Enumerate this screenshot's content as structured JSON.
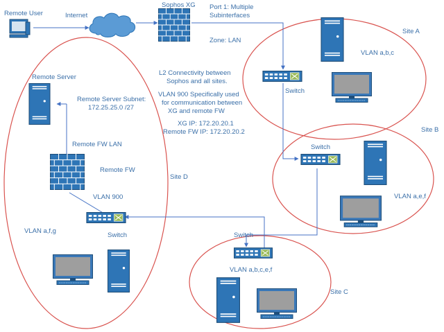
{
  "colors": {
    "line": "#4472c4",
    "site_ring": "#d9534f",
    "text": "#3a6fa8",
    "device_blue": "#2e75b6",
    "screen_gray": "#9e9e9e",
    "cloud": "#5b9bd5"
  },
  "labels": {
    "remote_user": "Remote User",
    "internet": "Internet",
    "sophos_xg": "Sophos XG",
    "port1_line1": "Port 1: Multiple",
    "port1_line2": "Subinterfaces",
    "zone_lan": "Zone: LAN",
    "site_a": "Site A",
    "site_a_vlans": "VLAN a,b,c",
    "switch_a": "Switch",
    "l2_line1": "L2 Connectivity between",
    "l2_line2": "Sophos and all sites.",
    "vlan900_line1": "VLAN 900 Specifically used",
    "vlan900_line2": "for communication between",
    "vlan900_line3": "XG and remote FW",
    "xg_ip": "XG IP: 172.20.20.1",
    "remote_fw_ip": "Remote FW IP: 172.20.20.2",
    "site_b": "Site B",
    "switch_b": "Switch",
    "site_b_vlans": "VLAN a,e,f",
    "remote_server": "Remote Server",
    "remote_subnet_line1": "Remote Server Subnet:",
    "remote_subnet_line2": "172.25.25.0 /27",
    "remote_fw_lan": "Remote FW LAN",
    "remote_fw": "Remote FW",
    "site_d": "Site D",
    "vlan_900": "VLAN 900",
    "switch_d": "Switch",
    "site_d_vlans": "VLAN a,f,g",
    "switch_c": "Switch",
    "site_c_vlans": "VLAN a,b,c,e,f",
    "site_c": "Site C"
  },
  "icons": [
    "desktop-icon",
    "cloud-icon",
    "firewall-icon",
    "switch-icon",
    "server-icon",
    "monitor-icon"
  ]
}
